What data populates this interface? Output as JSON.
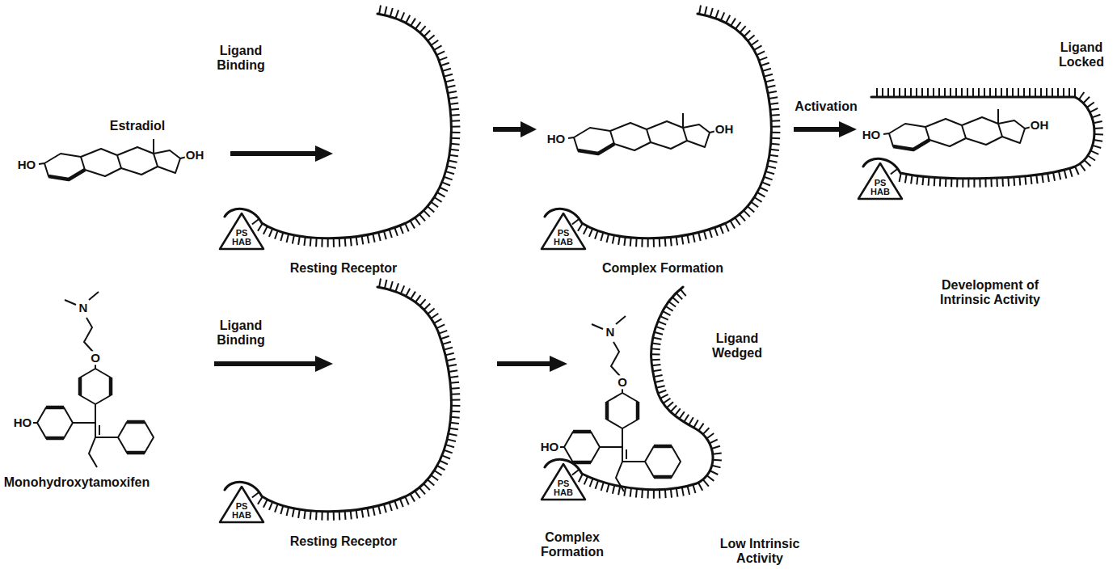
{
  "diagram": {
    "nodes": [
      {
        "text": [
          "PS HAB"
        ]
      },
      {
        "text": [
          "PS HAB"
        ]
      },
      {
        "text": [
          "PS HAB"
        ]
      },
      {
        "text": [
          "PS HAB"
        ]
      },
      {
        "text": [
          "PS HAB"
        ]
      }
    ],
    "labels": [
      "Ligand Binding",
      "Activation",
      "Ligand Locked",
      "Estradiol",
      "HO",
      "OH",
      "HO",
      "OH",
      "HO",
      "OH",
      "Resting Receptor",
      "Complex Formation",
      "Development of Intrinsic Activity",
      "N",
      "O",
      "N",
      "Ligand Binding",
      "O",
      "Ligand Wedged",
      "Monohydroxytamoxifen",
      "HO",
      "HO",
      "Resting Receptor",
      "Complex Formation",
      "Low Intrinsic Activity"
    ]
  }
}
